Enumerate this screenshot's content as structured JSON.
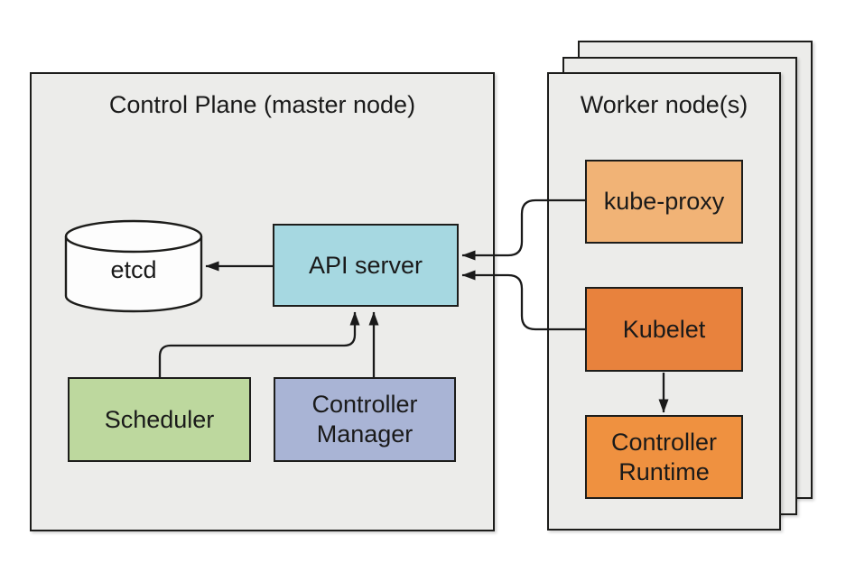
{
  "diagram": {
    "control_plane": {
      "title": "Control Plane (master node)",
      "etcd": {
        "label": "etcd"
      },
      "api_server": {
        "label": "API server"
      },
      "scheduler": {
        "label": "Scheduler"
      },
      "controller_manager": {
        "label": "Controller Manager"
      }
    },
    "worker": {
      "title": "Worker node(s)",
      "kube_proxy": {
        "label": "kube-proxy"
      },
      "kubelet": {
        "label": "Kubelet"
      },
      "controller_runtime": {
        "label": "Controller Runtime"
      }
    },
    "edges": [
      {
        "from": "API server",
        "to": "etcd"
      },
      {
        "from": "Scheduler",
        "to": "API server"
      },
      {
        "from": "Controller Manager",
        "to": "API server"
      },
      {
        "from": "kube-proxy",
        "to": "API server"
      },
      {
        "from": "Kubelet",
        "to": "API server"
      },
      {
        "from": "Kubelet",
        "to": "Controller Runtime"
      }
    ],
    "colors": {
      "container_bg": "#ECECEA",
      "border": "#1D1D1B",
      "etcd": "#FDFDFD",
      "api_server": "#A6D8E1",
      "scheduler": "#BDD89E",
      "controller_manager": "#A9B4D5",
      "kube_proxy": "#F1B376",
      "kubelet": "#E8823D",
      "controller_runtime": "#EF9140",
      "line": "#1A1A1A"
    }
  }
}
